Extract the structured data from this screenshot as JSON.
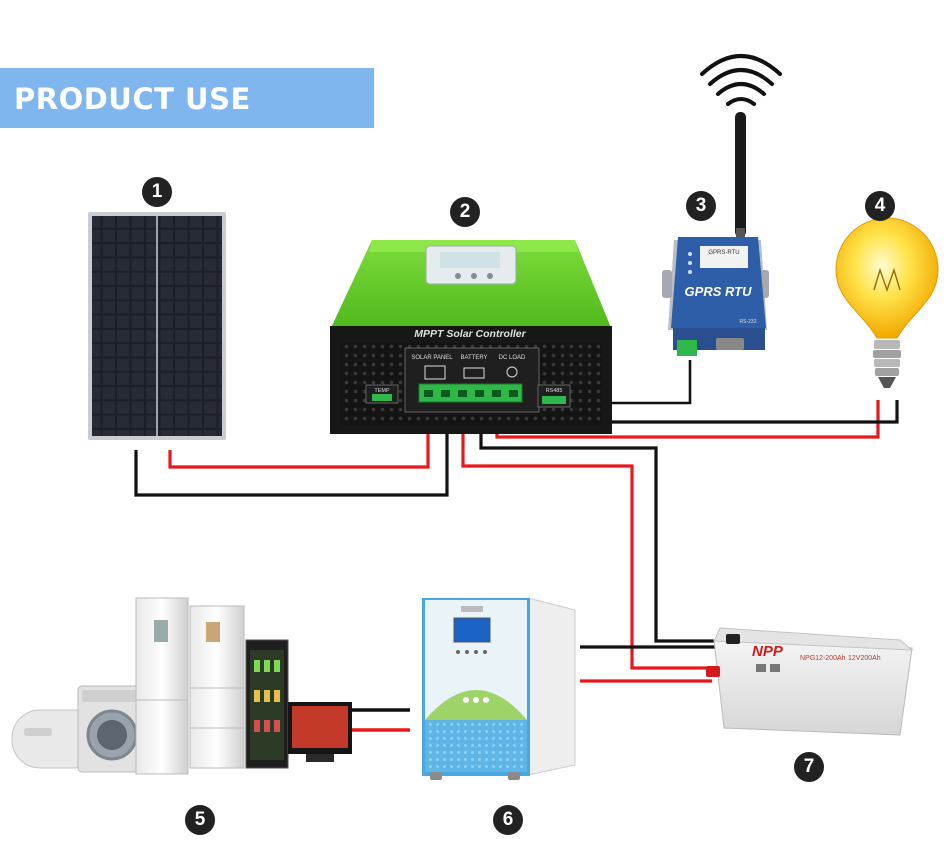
{
  "banner": {
    "title": "PRODUCT USE DIAGRAM",
    "color": "#7fb6ee"
  },
  "badges": [
    "1",
    "2",
    "3",
    "4",
    "5",
    "6",
    "7"
  ],
  "controller": {
    "label": "MPPT Solar Controller",
    "ports": [
      "SOLAR PANEL",
      "BATTERY",
      "DC LOAD"
    ],
    "temp_label": "TEMP",
    "rs485_label": "RS485",
    "body_color": "#5fc926"
  },
  "rtu": {
    "label": "GPRS RTU",
    "model": "GPRS-RTU",
    "port": "RS-232",
    "color": "#2f5ea8"
  },
  "battery": {
    "brand": "NPP",
    "model": "NPG12-200Ah",
    "spec": "12V200Ah"
  },
  "wire_colors": {
    "positive": "#e8181c",
    "negative": "#111111"
  }
}
